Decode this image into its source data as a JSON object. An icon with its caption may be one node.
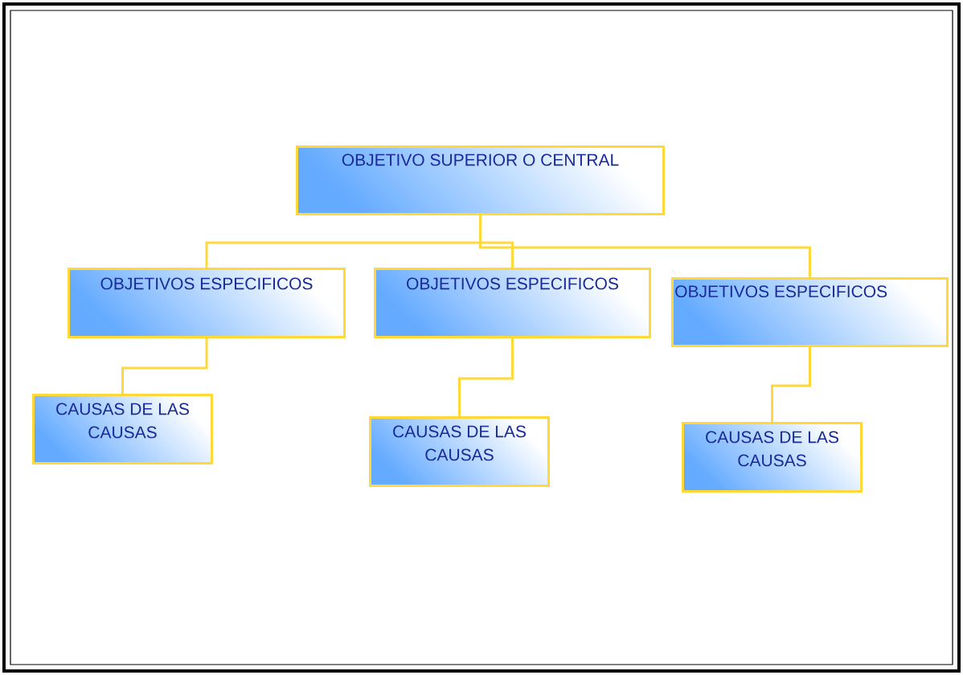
{
  "diagram": {
    "nodes": [
      {
        "text": [
          "OBJETIVO SUPERIOR O CENTRAL"
        ]
      },
      {
        "text": [
          "OBJETIVOS ESPECIFICOS"
        ]
      },
      {
        "text": [
          "OBJETIVOS ESPECIFICOS"
        ]
      },
      {
        "text": [
          "OBJETIVOS ESPECIFICOS"
        ]
      },
      {
        "text": [
          "CAUSAS DE LAS CAUSAS"
        ]
      },
      {
        "text": [
          "CAUSAS DE LAS CAUSAS"
        ]
      },
      {
        "text": [
          "CAUSAS DE LAS CAUSAS"
        ]
      }
    ],
    "edges": [
      {
        "from": 0,
        "to": 1,
        "arrow": "none"
      },
      {
        "from": 0,
        "to": 2,
        "arrow": "none"
      },
      {
        "from": 0,
        "to": 3,
        "arrow": "none"
      },
      {
        "from": 1,
        "to": 4,
        "arrow": "none"
      },
      {
        "from": 2,
        "to": 5,
        "arrow": "none"
      },
      {
        "from": 3,
        "to": 6,
        "arrow": "none"
      }
    ]
  }
}
